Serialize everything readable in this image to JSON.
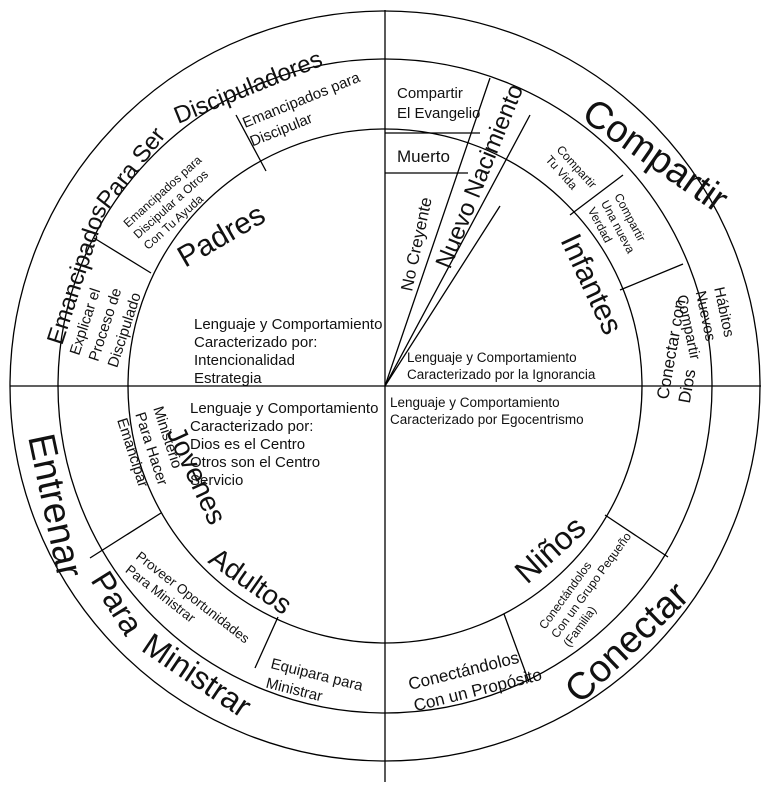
{
  "outer": {
    "emancipados": "Emancipados",
    "para_ser": "Para Ser",
    "discipuladores": "Discipuladores",
    "nuevo_nacimiento": "Nuevo Nacimiento",
    "compartir": "Compartir",
    "entrenar": "Entrenar",
    "para": "Para",
    "ministrar": "Ministrar",
    "conectar": "Conectar"
  },
  "steps": {
    "emancipados_para_discipular": [
      "Emancipados para",
      "Discipular"
    ],
    "emancipados_otros": [
      "Emancipados para",
      "Discipular a Otros",
      "Con Tu Ayuda"
    ],
    "explicar_proceso": [
      "Explicar el",
      "Proceso de",
      "Discipulado"
    ],
    "compartir_evangelio": [
      "Compartir",
      "El Evangelio"
    ],
    "muerto": "Muerto",
    "no_creyente": "No Creyente",
    "compartir_vida": [
      "Compartir",
      "Tu Vida"
    ],
    "compartir_verdad": [
      "Compartir",
      "Una nueva",
      "Verdad"
    ],
    "compartir_habitos": [
      "Compartir",
      "Nuevos",
      "Hábitos"
    ],
    "emancipar": [
      "Emancipar",
      "Para Hacer",
      "Ministerio"
    ],
    "proveer": [
      "Proveer Oportunidades",
      "Para Ministrar"
    ],
    "equipara": [
      "Equipara para",
      "Ministrar"
    ],
    "conectar_dios": [
      "Conectar con",
      "Dios"
    ],
    "conectandolos_grupo": [
      "Conectándolos",
      "Con un Grupo Pequeño",
      "(Familia)"
    ],
    "conectandolos_proposito": [
      "Conectándolos",
      "Con un Propósito"
    ]
  },
  "stages": {
    "padres": "Padres",
    "infantes": "Infantes",
    "jovenes": "Jovenes",
    "adultos": "Adultos",
    "ninos": "Niños"
  },
  "center": {
    "padres_desc": [
      "Lenguaje y Comportamiento",
      "Caracterizado por:",
      "Intencionalidad",
      "Estrategia"
    ],
    "infantes_desc": [
      "Lenguaje y Comportamiento",
      "Caracterizado por la Ignorancia"
    ],
    "jovenes_desc": [
      "Lenguaje y Comportamiento",
      "Caracterizado por:",
      "Dios es el Centro",
      "Otros son el Centro",
      "Servicio"
    ],
    "ninos_desc": [
      "Lenguaje y Comportamiento",
      "Caracterizado por Egocentrismo"
    ]
  }
}
